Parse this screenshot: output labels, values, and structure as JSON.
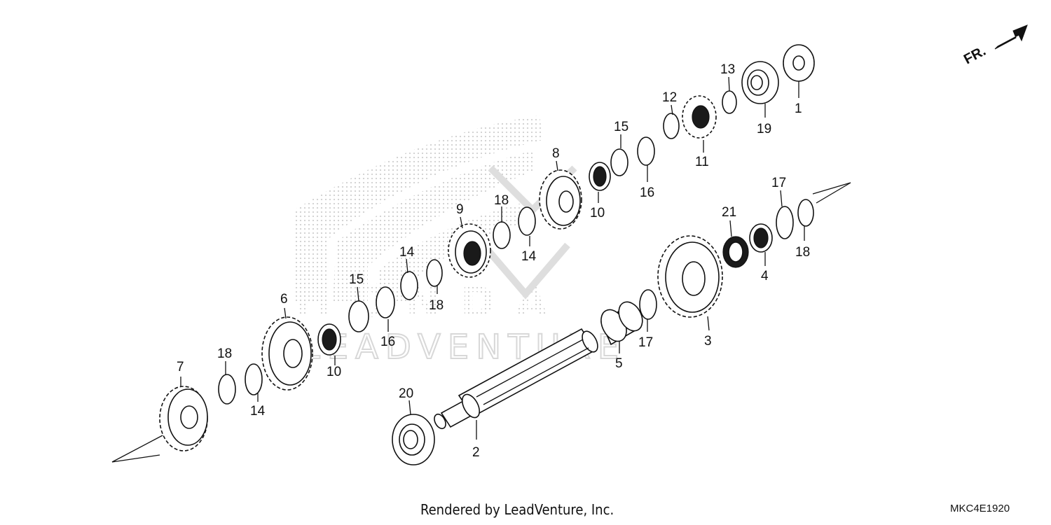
{
  "watermark": {
    "wordmark": "HONDA",
    "brand": "LEADVENTURE"
  },
  "direction_marker": {
    "label": "FR."
  },
  "callouts": [
    {
      "num": "1"
    },
    {
      "num": "2"
    },
    {
      "num": "3"
    },
    {
      "num": "4"
    },
    {
      "num": "5"
    },
    {
      "num": "6"
    },
    {
      "num": "7"
    },
    {
      "num": "8"
    },
    {
      "num": "9"
    },
    {
      "num": "10"
    },
    {
      "num": "10"
    },
    {
      "num": "11"
    },
    {
      "num": "12"
    },
    {
      "num": "13"
    },
    {
      "num": "14"
    },
    {
      "num": "14"
    },
    {
      "num": "14"
    },
    {
      "num": "15"
    },
    {
      "num": "15"
    },
    {
      "num": "16"
    },
    {
      "num": "16"
    },
    {
      "num": "17"
    },
    {
      "num": "17"
    },
    {
      "num": "18"
    },
    {
      "num": "18"
    },
    {
      "num": "18"
    },
    {
      "num": "18"
    },
    {
      "num": "19"
    },
    {
      "num": "20"
    },
    {
      "num": "21"
    }
  ],
  "footer": {
    "credit": "Rendered by LeadVenture, Inc.",
    "diagram_code": "MKC4E1920"
  }
}
